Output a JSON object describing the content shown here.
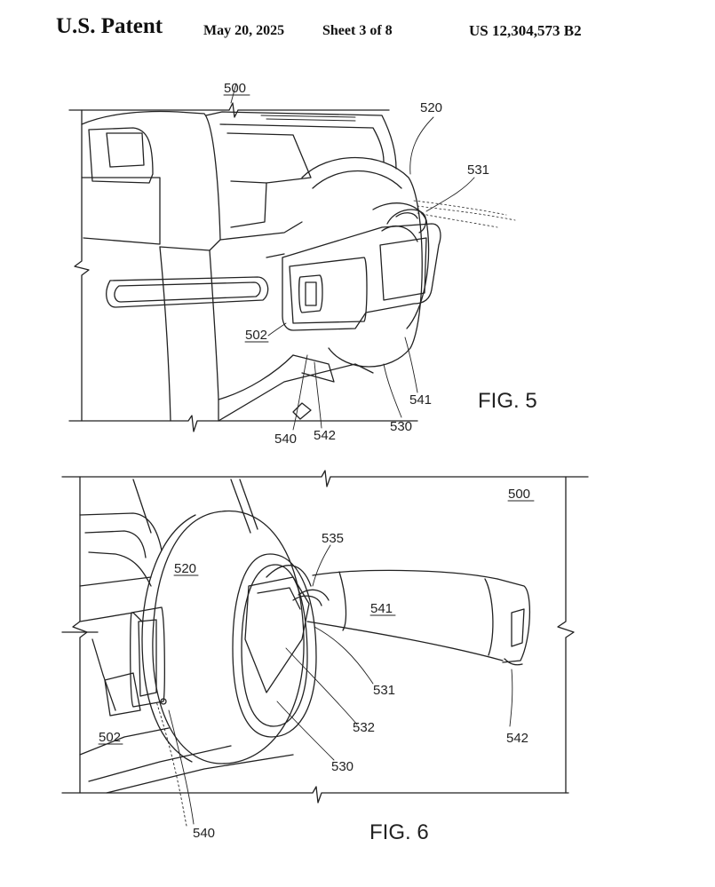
{
  "header": {
    "left": "U.S. Patent",
    "date": "May 20, 2025",
    "sheet": "Sheet 3 of 8",
    "number": "US 12,304,573 B2"
  },
  "fig5": {
    "caption": "FIG. 5",
    "labels": {
      "l500": "500",
      "l520": "520",
      "l531": "531",
      "l502": "502",
      "l541": "541",
      "l530": "530",
      "l540": "540",
      "l542": "542"
    }
  },
  "fig6": {
    "caption": "FIG. 6",
    "labels": {
      "l500": "500",
      "l520": "520",
      "l535": "535",
      "l541": "541",
      "l531": "531",
      "l502": "502",
      "l532": "532",
      "l542": "542",
      "l530": "530",
      "l540": "540"
    }
  }
}
